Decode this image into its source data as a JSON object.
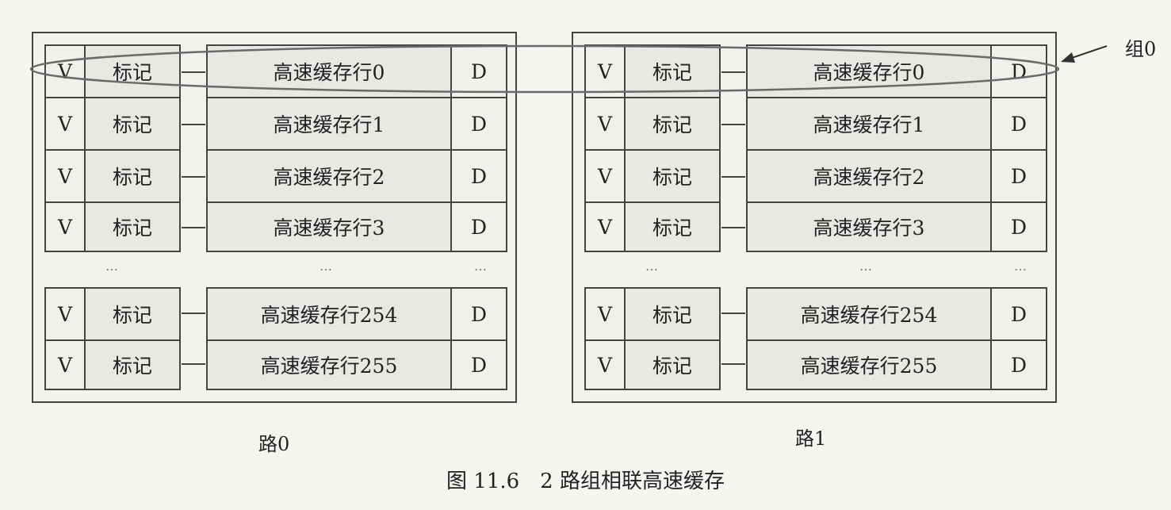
{
  "ways": [
    {
      "label": "路0",
      "rows": [
        {
          "valid": "V",
          "tag": "标记",
          "line": "高速缓存行0",
          "dirty": "D"
        },
        {
          "valid": "V",
          "tag": "标记",
          "line": "高速缓存行1",
          "dirty": "D"
        },
        {
          "valid": "V",
          "tag": "标记",
          "line": "高速缓存行2",
          "dirty": "D"
        },
        {
          "valid": "V",
          "tag": "标记",
          "line": "高速缓存行3",
          "dirty": "D"
        },
        {
          "valid": "V",
          "tag": "标记",
          "line": "高速缓存行254",
          "dirty": "D"
        },
        {
          "valid": "V",
          "tag": "标记",
          "line": "高速缓存行255",
          "dirty": "D"
        }
      ],
      "ellipsis": "…"
    },
    {
      "label": "路1",
      "rows": [
        {
          "valid": "V",
          "tag": "标记",
          "line": "高速缓存行0",
          "dirty": "D"
        },
        {
          "valid": "V",
          "tag": "标记",
          "line": "高速缓存行1",
          "dirty": "D"
        },
        {
          "valid": "V",
          "tag": "标记",
          "line": "高速缓存行2",
          "dirty": "D"
        },
        {
          "valid": "V",
          "tag": "标记",
          "line": "高速缓存行3",
          "dirty": "D"
        },
        {
          "valid": "V",
          "tag": "标记",
          "line": "高速缓存行254",
          "dirty": "D"
        },
        {
          "valid": "V",
          "tag": "标记",
          "line": "高速缓存行255",
          "dirty": "D"
        }
      ],
      "ellipsis": "…"
    }
  ],
  "group_label": "组0",
  "caption": "图 11.6　2 路组相联高速缓存"
}
